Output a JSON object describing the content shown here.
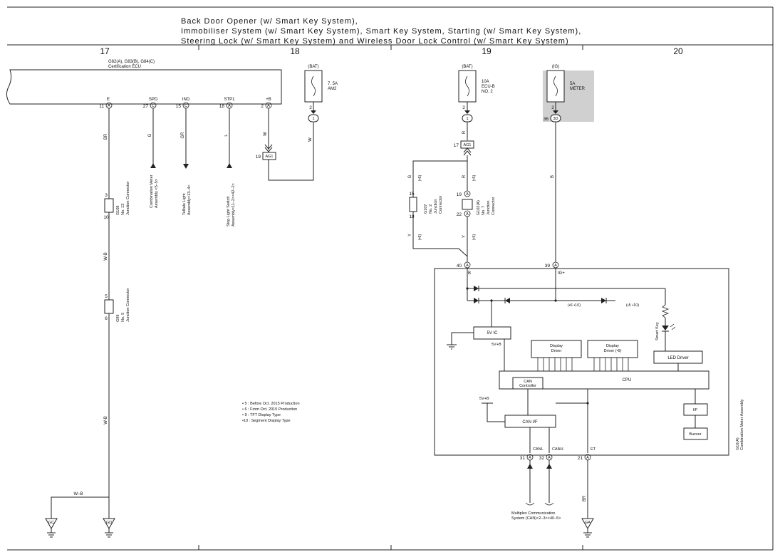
{
  "title": {
    "line1": "Back Door Opener (w/ Smart Key System),",
    "line2": "Immobiliser System (w/ Smart Key System),  Smart Key System,  Starting (w/ Smart Key System),",
    "line3": "Steering Lock (w/ Smart Key System) and Wireless Door Lock Control (w/ Smart Key System)"
  },
  "columns": [
    "17",
    "18",
    "19",
    "20"
  ],
  "ecu": {
    "name": "G82(A), G83(B), G84(C)",
    "name2": "Certification ECU",
    "pins": [
      {
        "num": "11",
        "conn": "A",
        "label": "E"
      },
      {
        "num": "27",
        "conn": "C",
        "label": "SPD"
      },
      {
        "num": "15",
        "conn": "C",
        "label": "IND"
      },
      {
        "num": "18",
        "conn": "A",
        "label": "STP1"
      },
      {
        "num": "2",
        "conn": "A",
        "label": "+B"
      }
    ]
  },
  "fuses": [
    {
      "source": "(BAT)",
      "rating": "7. 5A",
      "name": "AM2",
      "pin": "2",
      "conn": "1"
    },
    {
      "source": "(BAT)",
      "rating": "10A",
      "name": "ECU-B",
      "name2": "NO. 2",
      "pin": "2",
      "conn": "1"
    },
    {
      "source": "(IG)",
      "rating": "5A",
      "name": "METER",
      "pin": "2",
      "pin2": "36",
      "conn": "3D"
    }
  ],
  "wires": {
    "br": "BR",
    "g": "G",
    "gr": "GR",
    "l": "L",
    "w": "W",
    "wb": "W-B",
    "r": "R",
    "b": "B",
    "y": "Y",
    "wb2": "W–B"
  },
  "connectors": {
    "ag1": "AG1",
    "ag1_pin_left": "19",
    "ag1_pin_top": "17",
    "g108": {
      "top": "3",
      "bottom": "10",
      "name": "G108",
      "desc1": "No. 13",
      "desc2": "Junction Connector"
    },
    "g98": {
      "top": "5",
      "bottom": "6",
      "name": "G98",
      "desc1": "No. 5",
      "desc2": "Junction Connector"
    },
    "g107": {
      "top": "15",
      "bottom": "18",
      "name": "G107",
      "desc1": "No. 2",
      "desc2": "Junction",
      "desc3": "Connector"
    },
    "g102": {
      "top": "19",
      "bottom": "22",
      "name": "G102(A)",
      "desc1": "No. 7",
      "desc2": "Junction",
      "desc3": "Connector"
    }
  },
  "destinations": {
    "meter": "Combination Meter",
    "meter2": "Assembly <5–5>",
    "telltale": "Telltale Light",
    "telltale2": "Assembly<13–4>",
    "stop": "Stop Light Switch",
    "stop2": "Assembly<11–2><42–2>"
  },
  "notes": {
    "n5": "• 5 : Before Oct.  2015 Production",
    "n6": "• 6 : From Oct.  2015 Production",
    "n9": "• 9 : TFT Display Type",
    "n10": "•10 : Segment Display Type"
  },
  "markers": {
    "m6": "(•6)",
    "m5": "(•5)",
    "m6_10": "(•6 •10)",
    "m5_10": "(•5 •10)"
  },
  "meter": {
    "pin_b": "40",
    "conn_b": "A",
    "label_b": "B",
    "pin_ig": "39",
    "conn_ig": "A",
    "label_ig": "IG+",
    "vic": "5V IC",
    "v5b": "5V+B",
    "v5b2": "5V+B",
    "disp1": "Display",
    "disp1b": "Driver",
    "disp2": "Display",
    "disp2b": "Driver (•9)",
    "led_driver": "LED Driver",
    "cpu": "CPU",
    "can_ctrl": "CAN",
    "can_ctrl2": "Controller",
    "can_if": "CAN I/F",
    "if": "I/F",
    "buzzer": "Buzzer",
    "smart_key": "Smart Key",
    "name": "G16(A)",
    "name2": "Combination Meter Assembly",
    "pin_canl": "31",
    "label_canl": "CANL",
    "pin_canh": "32",
    "label_canh": "CANH",
    "pin_et": "21",
    "label_et": "ET",
    "conn": "A"
  },
  "multiplex": {
    "line1": "Multiplex Communication",
    "line2": "System (CAN)<2–3><40–5>"
  },
  "grounds": [
    "GC",
    "GD",
    "GA"
  ]
}
